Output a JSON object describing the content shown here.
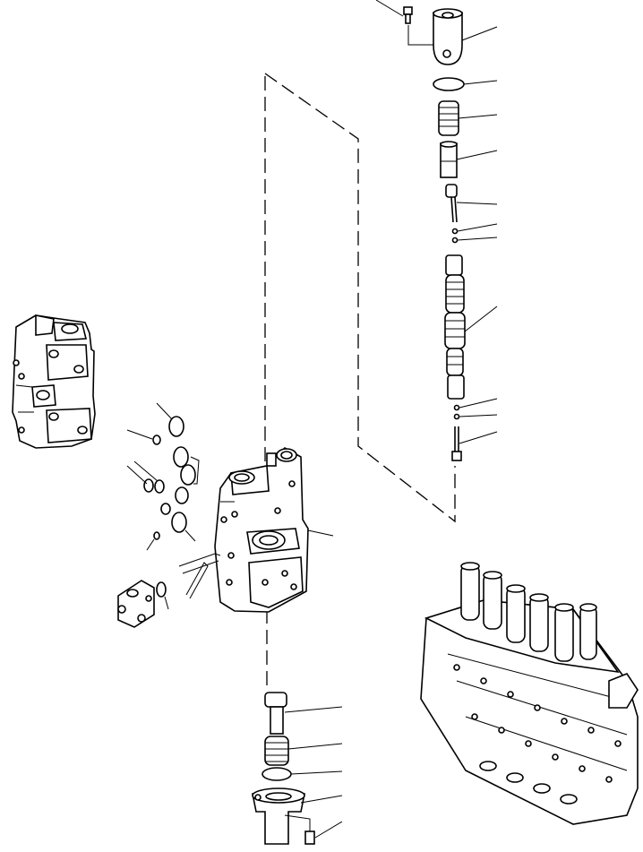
{
  "diagram": {
    "type": "exploded-parts-view",
    "callout_labels": [],
    "components": [
      "lock-bolt",
      "valve-cap",
      "o-ring",
      "spring",
      "retainer",
      "plunger",
      "ball",
      "spool",
      "valve-section-body",
      "side-cover-block",
      "lower-plunger",
      "lower-spring",
      "lower-o-ring",
      "lower-cover-cap",
      "lower-bolt",
      "assembled-control-valve",
      "inset-valve-section"
    ]
  }
}
